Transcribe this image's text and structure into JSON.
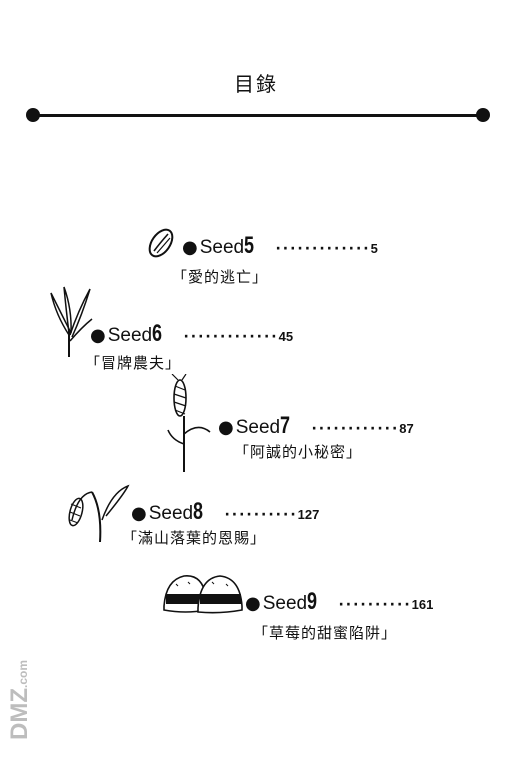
{
  "title": "目錄",
  "entries": [
    {
      "seed": "Seed",
      "num": "5",
      "leader": "·············",
      "page": "5",
      "subtitle": "「愛的逃亡」"
    },
    {
      "seed": "Seed",
      "num": "6",
      "leader": "·············",
      "page": "45",
      "subtitle": "「冒牌農夫」"
    },
    {
      "seed": "Seed",
      "num": "7",
      "leader": "············",
      "page": "87",
      "subtitle": "「阿誠的小秘密」"
    },
    {
      "seed": "Seed",
      "num": "8",
      "leader": "··········",
      "page": "127",
      "subtitle": "「滿山落葉的恩賜」"
    },
    {
      "seed": "Seed",
      "num": "9",
      "leader": "··········",
      "page": "161",
      "subtitle": "「草莓的甜蜜陷阱」"
    }
  ],
  "watermark": {
    "main": "DMZ",
    "suffix": ".com"
  }
}
